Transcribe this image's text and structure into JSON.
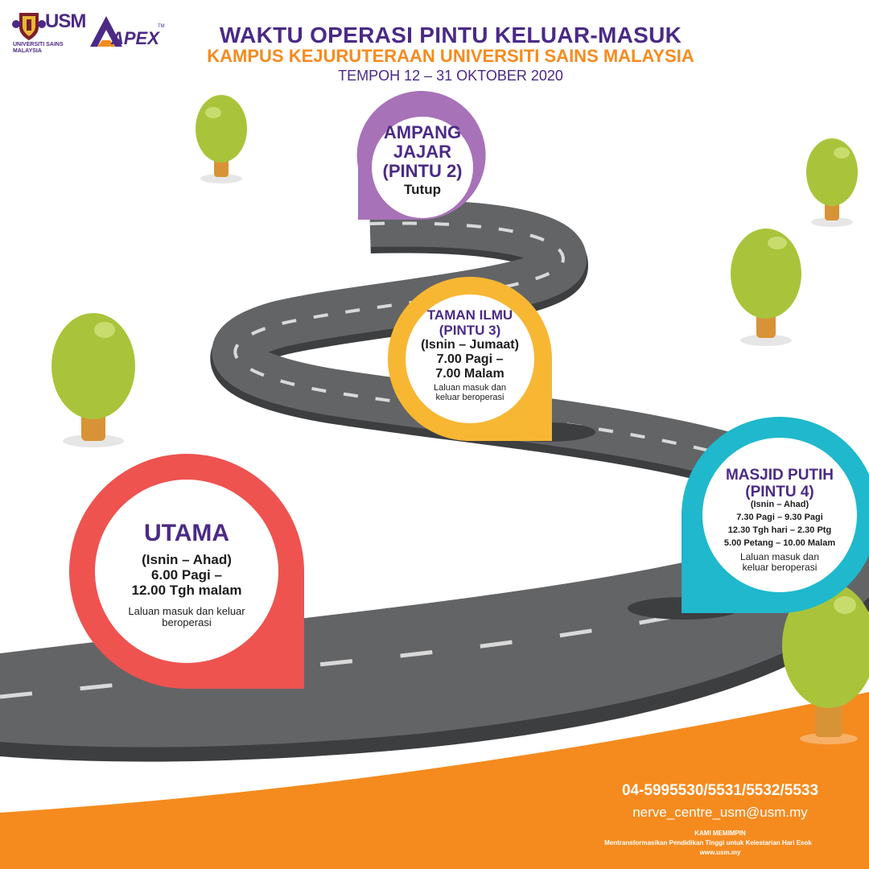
{
  "header": {
    "title": "WAKTU OPERASI PINTU KELUAR-MASUK",
    "subtitle": "KAMPUS  KEJURUTERAAN UNIVERSITI SAINS MALAYSIA",
    "period": "TEMPOH 12 – 31 OKTOBER 2020"
  },
  "logos": {
    "usm_text": "USM",
    "usm_caption": "UNIVERSITI SAINS MALAYSIA",
    "apex_text": "APEX",
    "apex_tm": "TM"
  },
  "gates": {
    "ampang": {
      "name_1": "AMPANG",
      "name_2": "JAJAR",
      "name_3": "(PINTU 2)",
      "status": "Tutup"
    },
    "taman": {
      "name_1": "TAMAN ILMU",
      "name_2": "(PINTU 3)",
      "days": "(Isnin – Jumaat)",
      "time_1": "7.00 Pagi –",
      "time_2": "7.00 Malam",
      "note_1": "Laluan masuk dan",
      "note_2": "keluar beroperasi"
    },
    "masjid": {
      "name_1": "MASJID PUTIH",
      "name_2": "(PINTU 4)",
      "days": "(Isnin – Ahad)",
      "time_1": "7.30 Pagi – 9.30 Pagi",
      "time_2": "12.30 Tgh hari – 2.30 Ptg",
      "time_3": "5.00 Petang – 10.00 Malam",
      "note_1": "Laluan masuk dan",
      "note_2": "keluar beroperasi"
    },
    "utama": {
      "name": "UTAMA",
      "days": "(Isnin – Ahad)",
      "time_1": "6.00 Pagi –",
      "time_2": "12.00 Tgh malam",
      "note_1": "Laluan masuk dan keluar",
      "note_2": "beroperasi"
    }
  },
  "contact": {
    "phone": "04-5995530/5531/5532/5533",
    "email": "nerve_centre_usm@usm.my",
    "motto_1": "KAMI MEMIMPIN",
    "motto_2": "Mentransformasikan Pendidikan Tinggi untuk Kelestarian Hari Esok",
    "website": "www.usm.my"
  },
  "colors": {
    "purple_pin": "#a872b8",
    "yellow_pin": "#f7b733",
    "teal_pin": "#1fb8cc",
    "red_pin": "#ee5350",
    "title_purple": "#4b2a86",
    "accent_orange": "#f58b1f",
    "road": "#5f6062",
    "tree_green": "#a9c43a",
    "trunk": "#d99337"
  }
}
